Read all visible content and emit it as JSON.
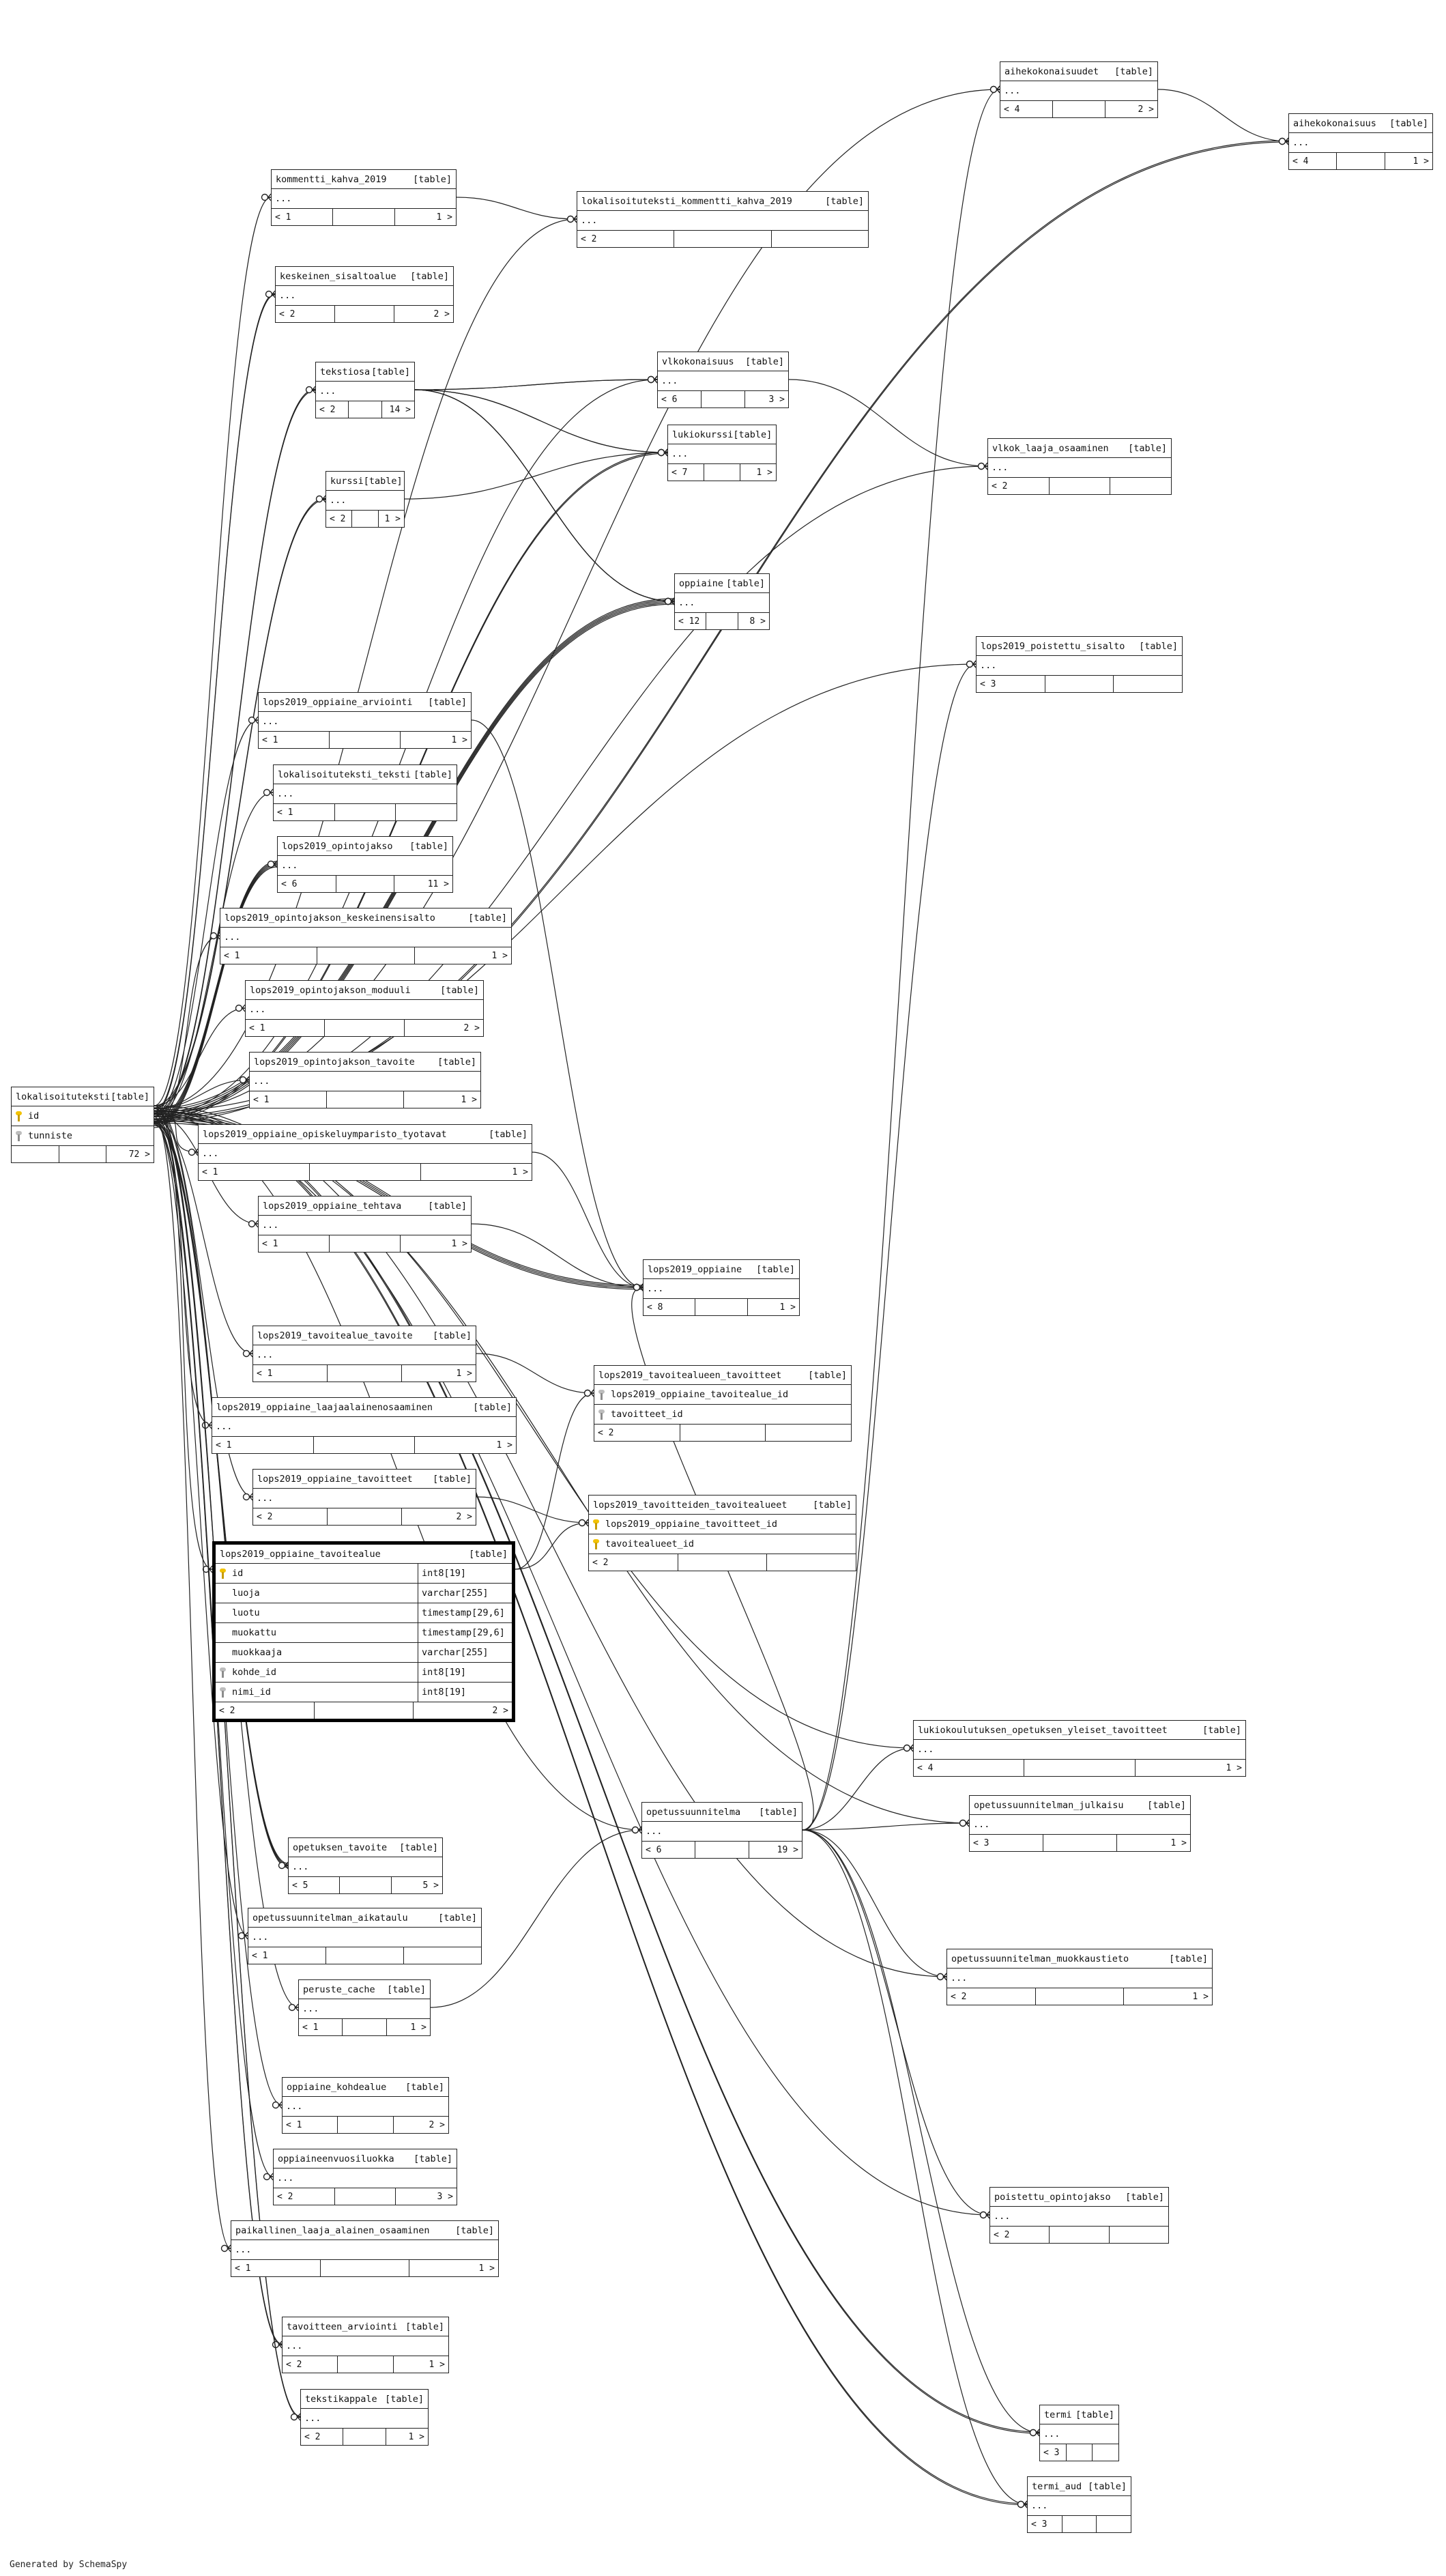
{
  "footer": "Generated by SchemaSpy",
  "tag": "[table]",
  "more": "...",
  "tables": [
    {
      "name": "aihekokonaisuudet",
      "left": "< 4",
      "right": "2 >"
    },
    {
      "name": "aihekokonaisuus",
      "left": "< 4",
      "right": "1 >"
    },
    {
      "name": "kommentti_kahva_2019",
      "left": "< 1",
      "right": "1 >"
    },
    {
      "name": "lokalisoituteksti_kommentti_kahva_2019",
      "left": "< 2",
      "right": ""
    },
    {
      "name": "keskeinen_sisaltoalue",
      "left": "< 2",
      "right": "2 >"
    },
    {
      "name": "tekstiosa",
      "left": "< 2",
      "right": "14 >"
    },
    {
      "name": "vlkokonaisuus",
      "left": "< 6",
      "right": "3 >"
    },
    {
      "name": "lukiokurssi",
      "left": "< 7",
      "right": "1 >"
    },
    {
      "name": "vlkok_laaja_osaaminen",
      "left": "< 2",
      "right": ""
    },
    {
      "name": "kurssi",
      "left": "< 2",
      "right": "1 >"
    },
    {
      "name": "oppiaine",
      "left": "< 12",
      "right": "8 >"
    },
    {
      "name": "lops2019_poistettu_sisalto",
      "left": "< 3",
      "right": ""
    },
    {
      "name": "lops2019_oppiaine_arviointi",
      "left": "< 1",
      "right": "1 >"
    },
    {
      "name": "lokalisoituteksti_teksti",
      "left": "< 1",
      "right": ""
    },
    {
      "name": "lops2019_opintojakso",
      "left": "< 6",
      "right": "11 >"
    },
    {
      "name": "lops2019_opintojakson_keskeinensisalto",
      "left": "< 1",
      "right": "1 >"
    },
    {
      "name": "lops2019_opintojakson_moduuli",
      "left": "< 1",
      "right": "2 >"
    },
    {
      "name": "lops2019_opintojakson_tavoite",
      "left": "< 1",
      "right": "1 >"
    },
    {
      "name": "lops2019_oppiaine_opiskeluymparisto_tyotavat",
      "left": "< 1",
      "right": "1 >"
    },
    {
      "name": "lops2019_oppiaine_tehtava",
      "left": "< 1",
      "right": "1 >"
    },
    {
      "name": "lops2019_oppiaine",
      "left": "< 8",
      "right": "1 >"
    },
    {
      "name": "lops2019_tavoitealue_tavoite",
      "left": "< 1",
      "right": "1 >"
    },
    {
      "name": "lops2019_oppiaine_laajaalainenosaaminen",
      "left": "< 1",
      "right": "1 >"
    },
    {
      "name": "lops2019_oppiaine_tavoitteet",
      "left": "< 2",
      "right": "2 >"
    },
    {
      "name": "lukiokoulutuksen_opetuksen_yleiset_tavoitteet",
      "left": "< 4",
      "right": "1 >"
    },
    {
      "name": "opetussuunnitelma",
      "left": "< 6",
      "right": "19 >"
    },
    {
      "name": "opetussuunnitelman_julkaisu",
      "left": "< 3",
      "right": "1 >"
    },
    {
      "name": "opetuksen_tavoite",
      "left": "< 5",
      "right": "5 >"
    },
    {
      "name": "opetussuunnitelman_aikataulu",
      "left": "< 1",
      "right": ""
    },
    {
      "name": "opetussuunnitelman_muokkaustieto",
      "left": "< 2",
      "right": "1 >"
    },
    {
      "name": "peruste_cache",
      "left": "< 1",
      "right": "1 >"
    },
    {
      "name": "oppiaine_kohdealue",
      "left": "< 1",
      "right": "2 >"
    },
    {
      "name": "oppiaineenvuosiluokka",
      "left": "< 2",
      "right": "3 >"
    },
    {
      "name": "paikallinen_laaja_alainen_osaaminen",
      "left": "< 1",
      "right": "1 >"
    },
    {
      "name": "poistettu_opintojakso",
      "left": "< 2",
      "right": ""
    },
    {
      "name": "tavoitteen_arviointi",
      "left": "< 2",
      "right": "1 >"
    },
    {
      "name": "tekstikappale",
      "left": "< 2",
      "right": "1 >"
    },
    {
      "name": "termi",
      "left": "< 3",
      "right": ""
    },
    {
      "name": "termi_aud",
      "left": "< 3",
      "right": ""
    }
  ],
  "lokalisoituteksti": {
    "name": "lokalisoituteksti",
    "columns": [
      {
        "name": "id",
        "key": "pk"
      },
      {
        "name": "tunniste",
        "key": "idx"
      }
    ],
    "left": "",
    "right": "72 >"
  },
  "lops2019_tavoitealueen_tavoitteet": {
    "name": "lops2019_tavoitealueen_tavoitteet",
    "columns": [
      {
        "name": "lops2019_oppiaine_tavoitealue_id",
        "key": "idx"
      },
      {
        "name": "tavoitteet_id",
        "key": "idx"
      }
    ],
    "left": "< 2",
    "right": ""
  },
  "lops2019_tavoitteiden_tavoitealueet": {
    "name": "lops2019_tavoitteiden_tavoitealueet",
    "columns": [
      {
        "name": "lops2019_oppiaine_tavoitteet_id",
        "key": "pk"
      },
      {
        "name": "tavoitealueet_id",
        "key": "pk"
      }
    ],
    "left": "< 2",
    "right": ""
  },
  "focus": {
    "name": "lops2019_oppiaine_tavoitealue",
    "columns": [
      {
        "name": "id",
        "type": "int8[19]",
        "key": "pk"
      },
      {
        "name": "luoja",
        "type": "varchar[255]",
        "key": ""
      },
      {
        "name": "luotu",
        "type": "timestamp[29,6]",
        "key": ""
      },
      {
        "name": "muokattu",
        "type": "timestamp[29,6]",
        "key": ""
      },
      {
        "name": "muokkaaja",
        "type": "varchar[255]",
        "key": ""
      },
      {
        "name": "kohde_id",
        "type": "int8[19]",
        "key": "idx"
      },
      {
        "name": "nimi_id",
        "type": "int8[19]",
        "key": "idx"
      }
    ],
    "left": "< 2",
    "right": "2 >"
  }
}
